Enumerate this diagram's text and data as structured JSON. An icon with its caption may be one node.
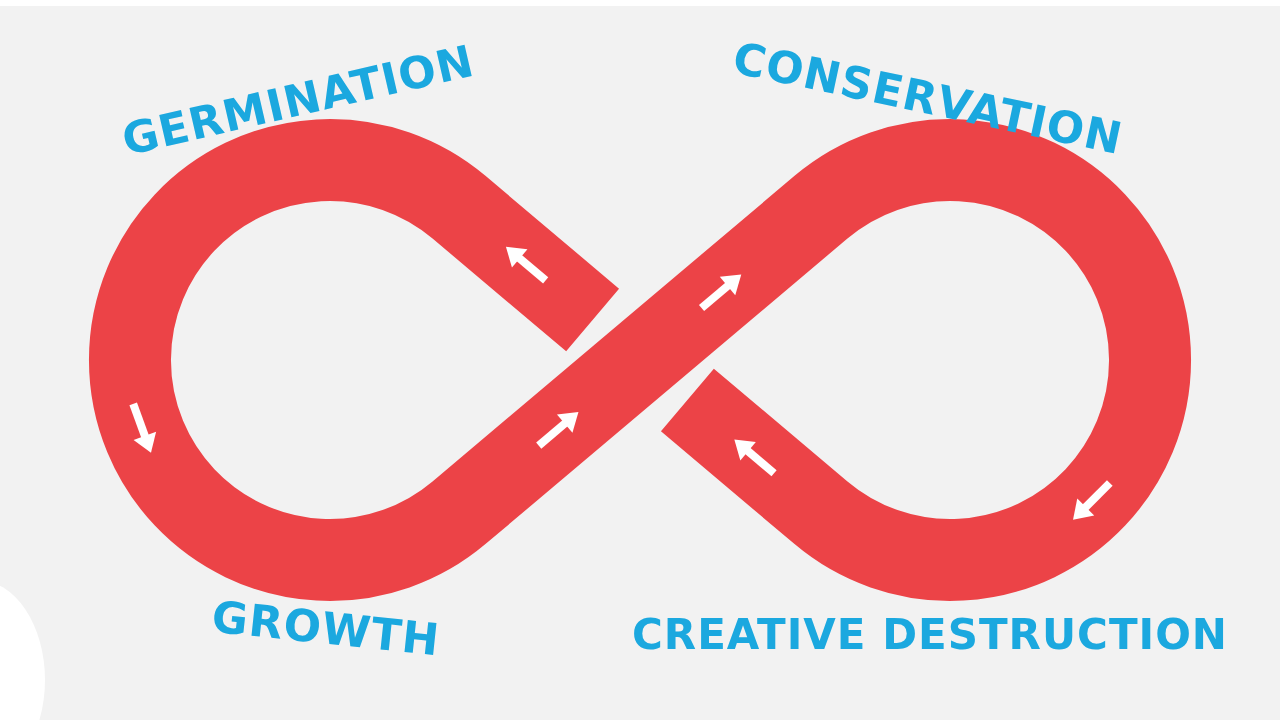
{
  "diagram": {
    "labels": [
      "GERMINATION",
      "CONSERVATION",
      "GROWTH",
      "CREATIVE DESTRUCTION"
    ]
  }
}
